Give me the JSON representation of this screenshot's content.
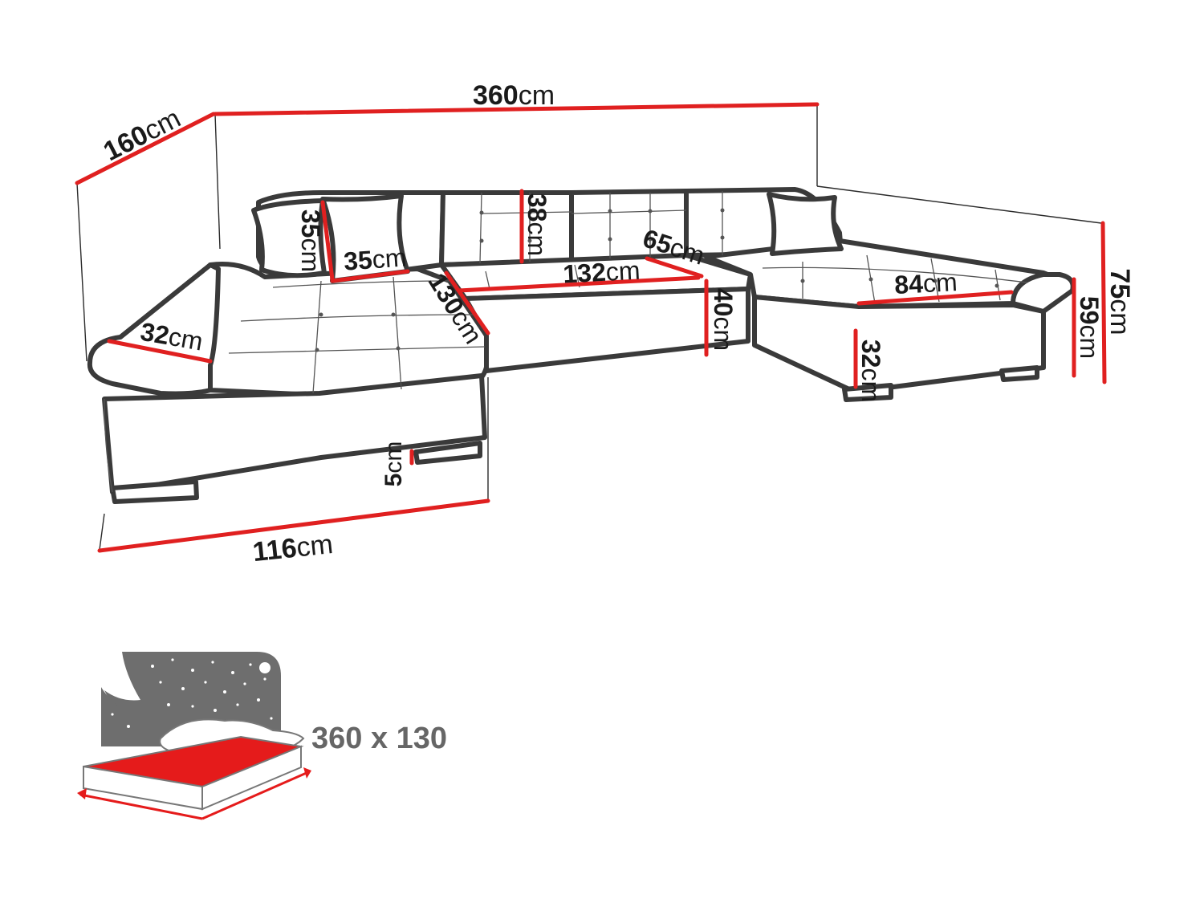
{
  "diagram": {
    "colors": {
      "accent": "#e02020",
      "outline": "#3a3a3a",
      "icon_gray": "#6e6e6e",
      "icon_red": "#e51b1b"
    },
    "dimensions": {
      "overall_width": {
        "value": "360",
        "unit": "cm"
      },
      "depth": {
        "value": "160",
        "unit": "cm"
      },
      "pillow_height": {
        "value": "35",
        "unit": "cm"
      },
      "pillow_width": {
        "value": "35",
        "unit": "cm"
      },
      "backrest_height": {
        "value": "38",
        "unit": "cm"
      },
      "armrest_width": {
        "value": "32",
        "unit": "cm"
      },
      "chaise_depth_left": {
        "value": "130",
        "unit": "cm"
      },
      "middle_seat_width": {
        "value": "132",
        "unit": "cm"
      },
      "middle_seat_depth": {
        "value": "65",
        "unit": "cm"
      },
      "seat_height": {
        "value": "40",
        "unit": "cm"
      },
      "chaise_seat_width": {
        "value": "84",
        "unit": "cm"
      },
      "base_height": {
        "value": "32",
        "unit": "cm"
      },
      "armrest_height": {
        "value": "59",
        "unit": "cm"
      },
      "total_height": {
        "value": "75",
        "unit": "cm"
      },
      "leg_height": {
        "value": "5",
        "unit": "cm"
      },
      "chaise_width_left": {
        "value": "116",
        "unit": "cm"
      }
    },
    "sleeping_area": {
      "label": "360 x 130",
      "icon": "bed-icon-with-night-sky"
    }
  }
}
